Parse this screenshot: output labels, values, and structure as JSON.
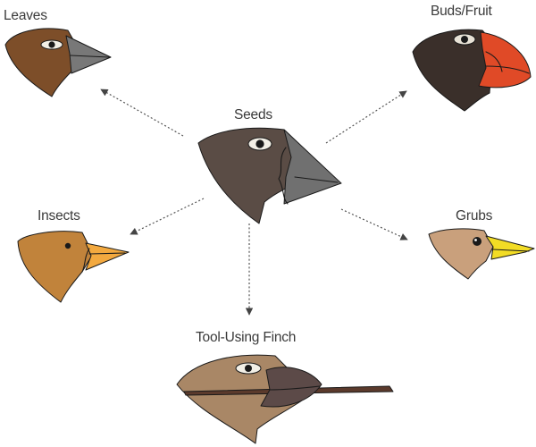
{
  "diagram": {
    "center": {
      "label": "Seeds"
    },
    "branches": [
      {
        "id": "leaves",
        "label": "Leaves"
      },
      {
        "id": "buds",
        "label": "Buds/Fruit"
      },
      {
        "id": "insects",
        "label": "Insects"
      },
      {
        "id": "grubs",
        "label": "Grubs"
      },
      {
        "id": "tool",
        "label": "Tool-Using Finch"
      }
    ]
  }
}
